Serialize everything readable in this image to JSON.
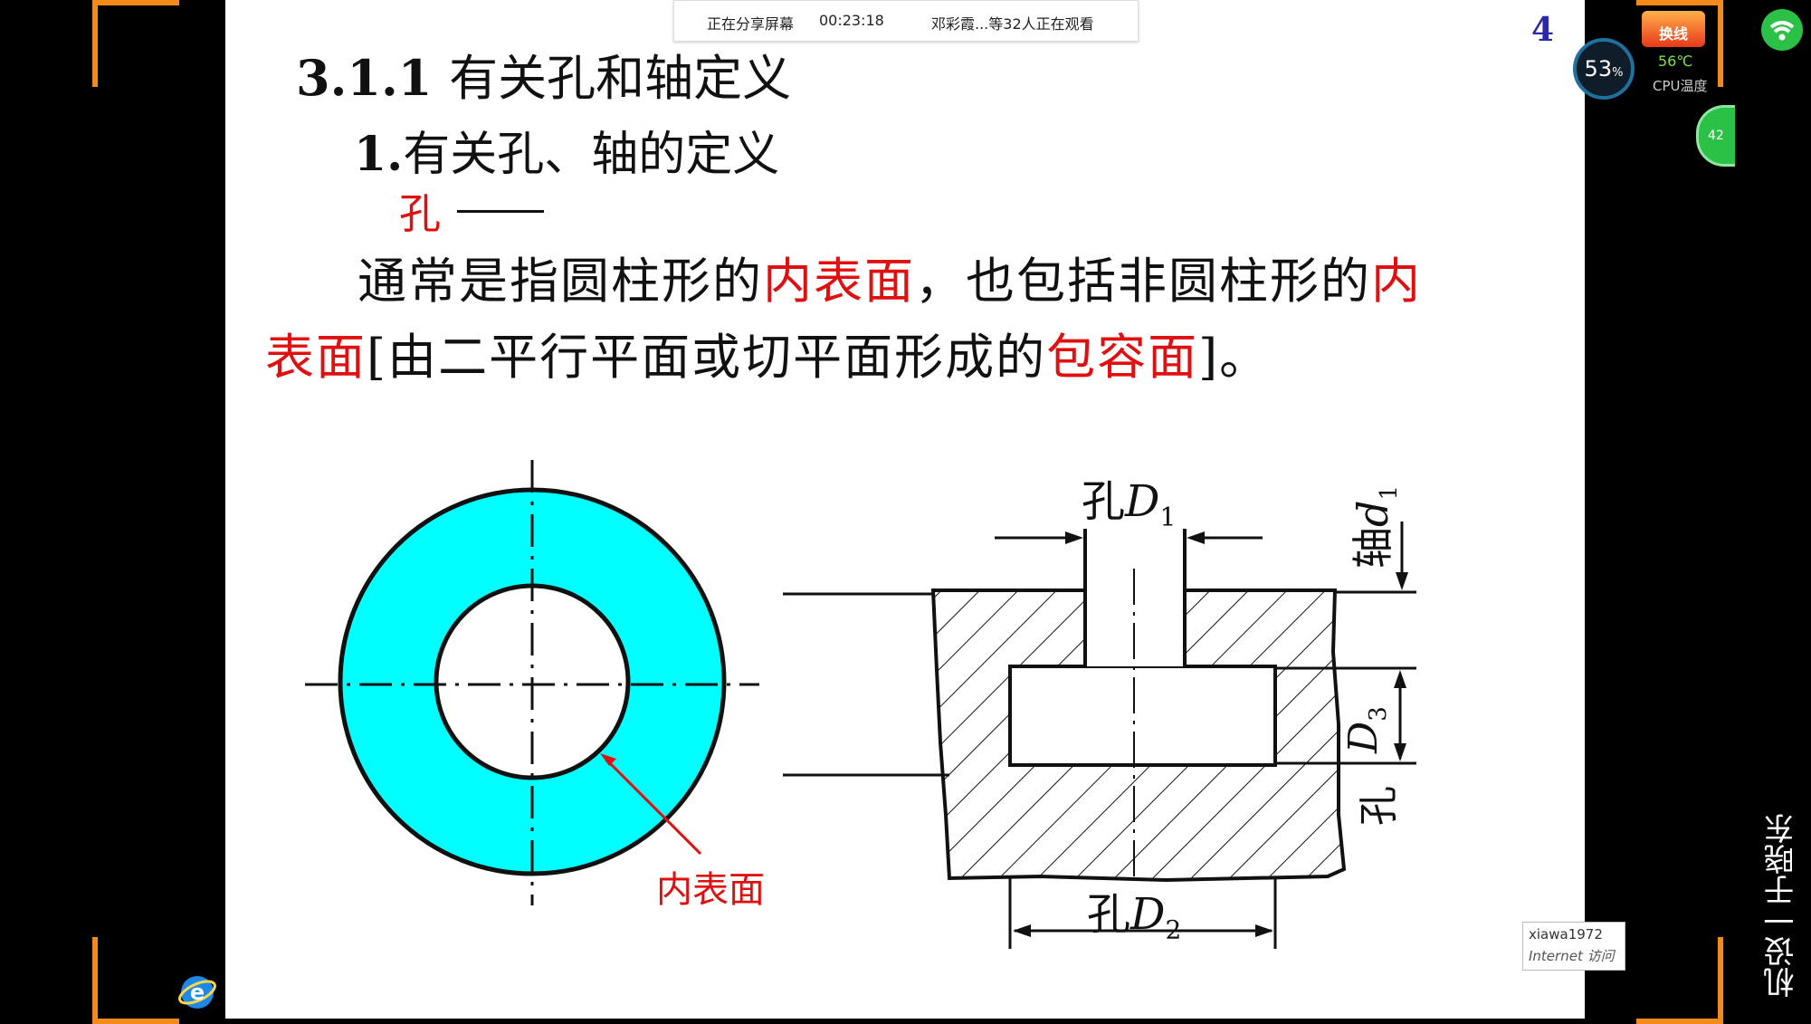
{
  "share_banner": {
    "status": "正在分享屏幕",
    "timer": "00:23:18",
    "viewers": "邓彩霞...等32人正在观看"
  },
  "slide": {
    "page_number": "4",
    "heading_num": "3.1.1",
    "heading_text": "有关孔和轴定义",
    "subheading_num": "1.",
    "subheading_text": "有关孔、轴的定义",
    "term_hole": "孔",
    "para_line1_a": "通常是指圆柱形的",
    "para_line1_red1": "内表面",
    "para_line1_b": "，也包括非圆柱形的",
    "para_line1_red2": "内",
    "para_line2_red": "表面",
    "para_line2_a": "[由二平行平面或切平面形成的",
    "para_line2_red2": "包容面",
    "para_line2_b": "]。",
    "figure_left_label": "内表面",
    "figure_right": {
      "label_top_hole": "孔",
      "label_top_D": "D",
      "label_top_sub": "1",
      "label_shaft": "轴",
      "label_shaft_d": "d",
      "label_shaft_sub": "1",
      "label_D3": "D",
      "label_D3_sub": "3",
      "label_hole_side": "孔",
      "label_bottom_hole": "孔",
      "label_bottom_D": "D",
      "label_bottom_sub": "2"
    }
  },
  "overlay": {
    "cpu_percent": "53",
    "cpu_percent_unit": "%",
    "cpu_temp": "56℃",
    "cpu_label": "CPU温度",
    "swap_label": "换线",
    "green_badge": "42",
    "vertical_caption": "机设一于晓东",
    "watermark_user": "xiawa1972",
    "watermark_note": "Internet 访问"
  },
  "colors": {
    "accent_red": "#e01010",
    "ring_cyan": "#00ffff",
    "frame_orange": "#f28a1c",
    "page_num_blue": "#2a2aa8"
  }
}
